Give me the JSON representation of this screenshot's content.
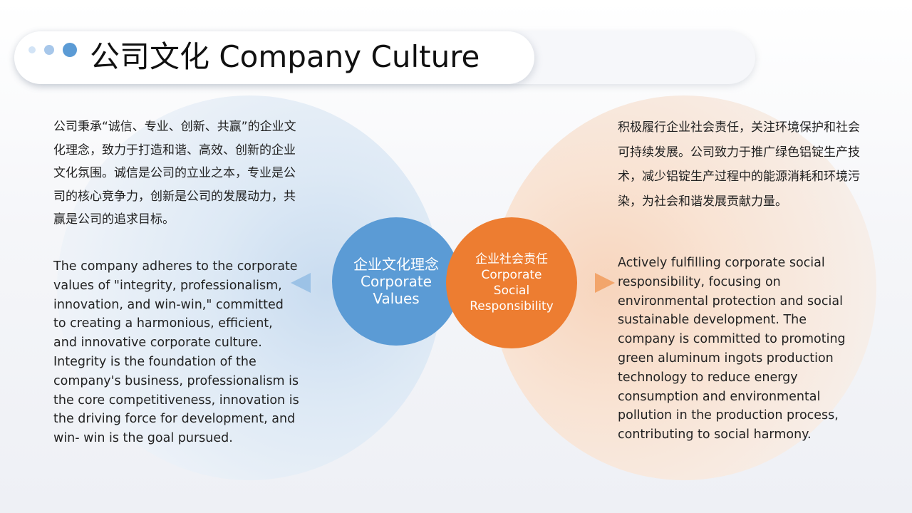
{
  "header": {
    "title": "公司文化  Company Culture"
  },
  "center": {
    "values": {
      "cn": "企业文化理念",
      "en_line1": "Corporate",
      "en_line2": "Values"
    },
    "csr": {
      "cn": "企业社会责任",
      "en_line1": "Corporate",
      "en_line2": "Social",
      "en_line3": "Responsibility"
    }
  },
  "left": {
    "cn": "公司秉承“诚信、专业、创新、共赢”的企业文化理念，致力于打造和谐、高效、创新的企业文化氛围。诚信是公司的立业之本，专业是公司的核心竞争力，创新是公司的发展动力，共赢是公司的追求目标。",
    "en": "The company adheres to the corporate values of \"integrity, professionalism, innovation, and win-win,\" committed to creating a harmonious, efficient, and innovative corporate culture. Integrity is the foundation of the company's business, professionalism is the core competitiveness, innovation is the driving force for development, and win- win is the goal pursued."
  },
  "right": {
    "cn": "积极履行企业社会责任，关注环境保护和社会可持续发展。公司致力于推广绿色铝锭生产技术，减少铝锭生产过程中的能源消耗和环境污染，为社会和谐发展贡献力量。",
    "en": "Actively fulfilling corporate social responsibility, focusing on environmental protection and social sustainable development. The company is committed to promoting green aluminum ingots production technology to reduce energy consumption and environmental pollution in the production process, contributing to social harmony."
  },
  "colors": {
    "blue": "#5b9bd5",
    "orange": "#ed7d31"
  }
}
